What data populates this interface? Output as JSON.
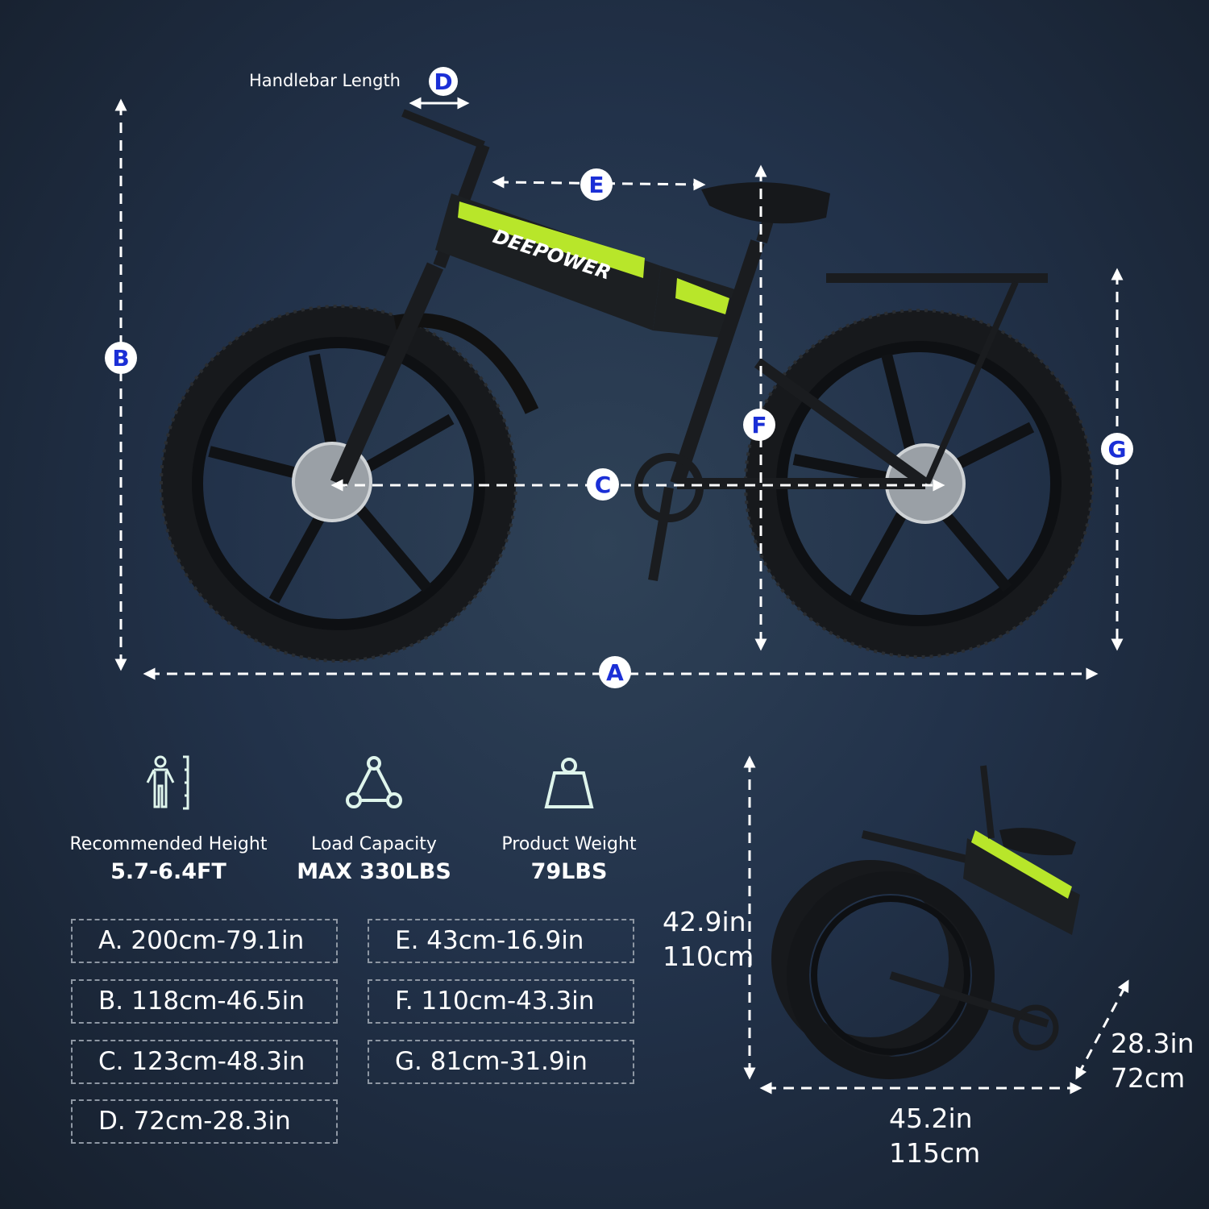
{
  "handlebar_label": "Handlebar Length",
  "markers": {
    "a": "A",
    "b": "B",
    "c": "C",
    "d": "D",
    "e": "E",
    "f": "F",
    "g": "G"
  },
  "brand": "DEEPOWER",
  "specs": [
    {
      "icon": "person-height-icon",
      "label": "Recommended Height",
      "value": "5.7-6.4FT"
    },
    {
      "icon": "load-triangle-icon",
      "label": "Load Capacity",
      "value": "MAX 330LBS"
    },
    {
      "icon": "weight-icon",
      "label": "Product Weight",
      "value": "79LBS"
    }
  ],
  "dimensions": [
    "A. 200cm-79.1in",
    "B. 118cm-46.5in",
    "C. 123cm-48.3in",
    "D. 72cm-28.3in",
    "E. 43cm-16.9in",
    "F. 110cm-43.3in",
    "G. 81cm-31.9in"
  ],
  "folded": {
    "height_in": "42.9in",
    "height_cm": "110cm",
    "length_in": "45.2in",
    "length_cm": "115cm",
    "width_in": "28.3in",
    "width_cm": "72cm"
  },
  "colors": {
    "accent": "#b8e62a",
    "marker_text": "#1b2fd6",
    "line": "#ffffff"
  }
}
